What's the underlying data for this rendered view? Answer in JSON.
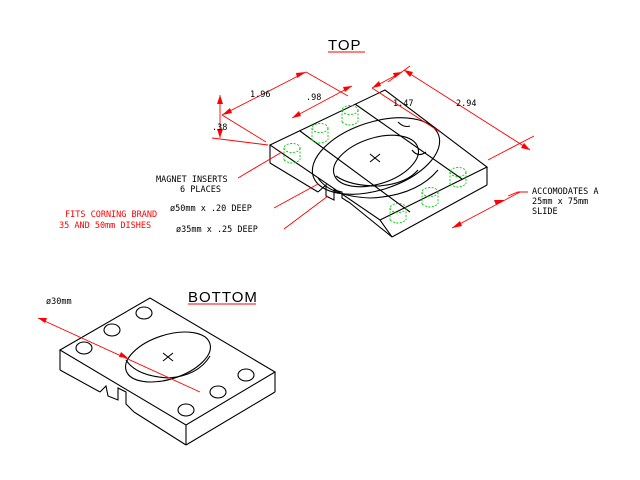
{
  "colors": {
    "background": "#ffffff",
    "part": "#000000",
    "dimension": "#ff0000",
    "note": "#ff0000",
    "magnet": "#00cc00"
  },
  "views": {
    "top": {
      "title": "TOP",
      "dims": {
        "width": "1.96",
        "magnet_spacing": ".98",
        "slot_width": "1.47",
        "length": "2.94",
        "height": ".38"
      },
      "callouts": {
        "magnet_line1": "MAGNET INSERTS",
        "magnet_line2": "6 PLACES",
        "dish50": "ø50mm x .20 DEEP",
        "dish35": "ø35mm x .25 DEEP",
        "fits_line1": "FITS CORNING BRAND",
        "fits_line2": "35 AND 50mm DISHES",
        "slide_line1": "ACCOMODATES A",
        "slide_line2": "25mm x 75mm",
        "slide_line3": "SLIDE"
      }
    },
    "bottom": {
      "title": "BOTTOM",
      "dims": {
        "hole": "ø30mm"
      }
    }
  }
}
